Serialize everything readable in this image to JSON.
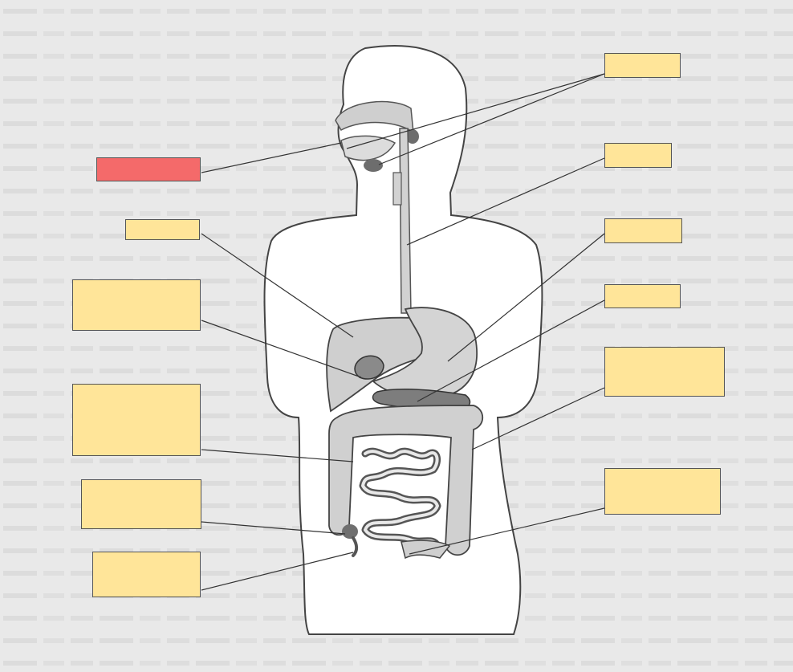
{
  "colors": {
    "background": "#e9e9e9",
    "label_fill": "#ffe599",
    "highlight_fill": "#f46a6a",
    "leader_line": "#333333",
    "organ_fill": "#cfcfcf",
    "organ_dark": "#8a8a8a",
    "body_fill": "#ffffff"
  },
  "labels": [
    {
      "id": "mouth-parts",
      "text": "",
      "highlighted": false
    },
    {
      "id": "esophagus",
      "text": "",
      "highlighted": false
    },
    {
      "id": "stomach",
      "text": "",
      "highlighted": false
    },
    {
      "id": "pancreas",
      "text": "",
      "highlighted": false
    },
    {
      "id": "large-intestine",
      "text": "",
      "highlighted": false
    },
    {
      "id": "rectum",
      "text": "",
      "highlighted": false
    },
    {
      "id": "oral-cavity",
      "text": "",
      "highlighted": true
    },
    {
      "id": "liver",
      "text": "",
      "highlighted": false
    },
    {
      "id": "gallbladder",
      "text": "",
      "highlighted": false
    },
    {
      "id": "small-intestine",
      "text": "",
      "highlighted": false
    },
    {
      "id": "cecum",
      "text": "",
      "highlighted": false
    },
    {
      "id": "appendix",
      "text": "",
      "highlighted": false
    }
  ]
}
